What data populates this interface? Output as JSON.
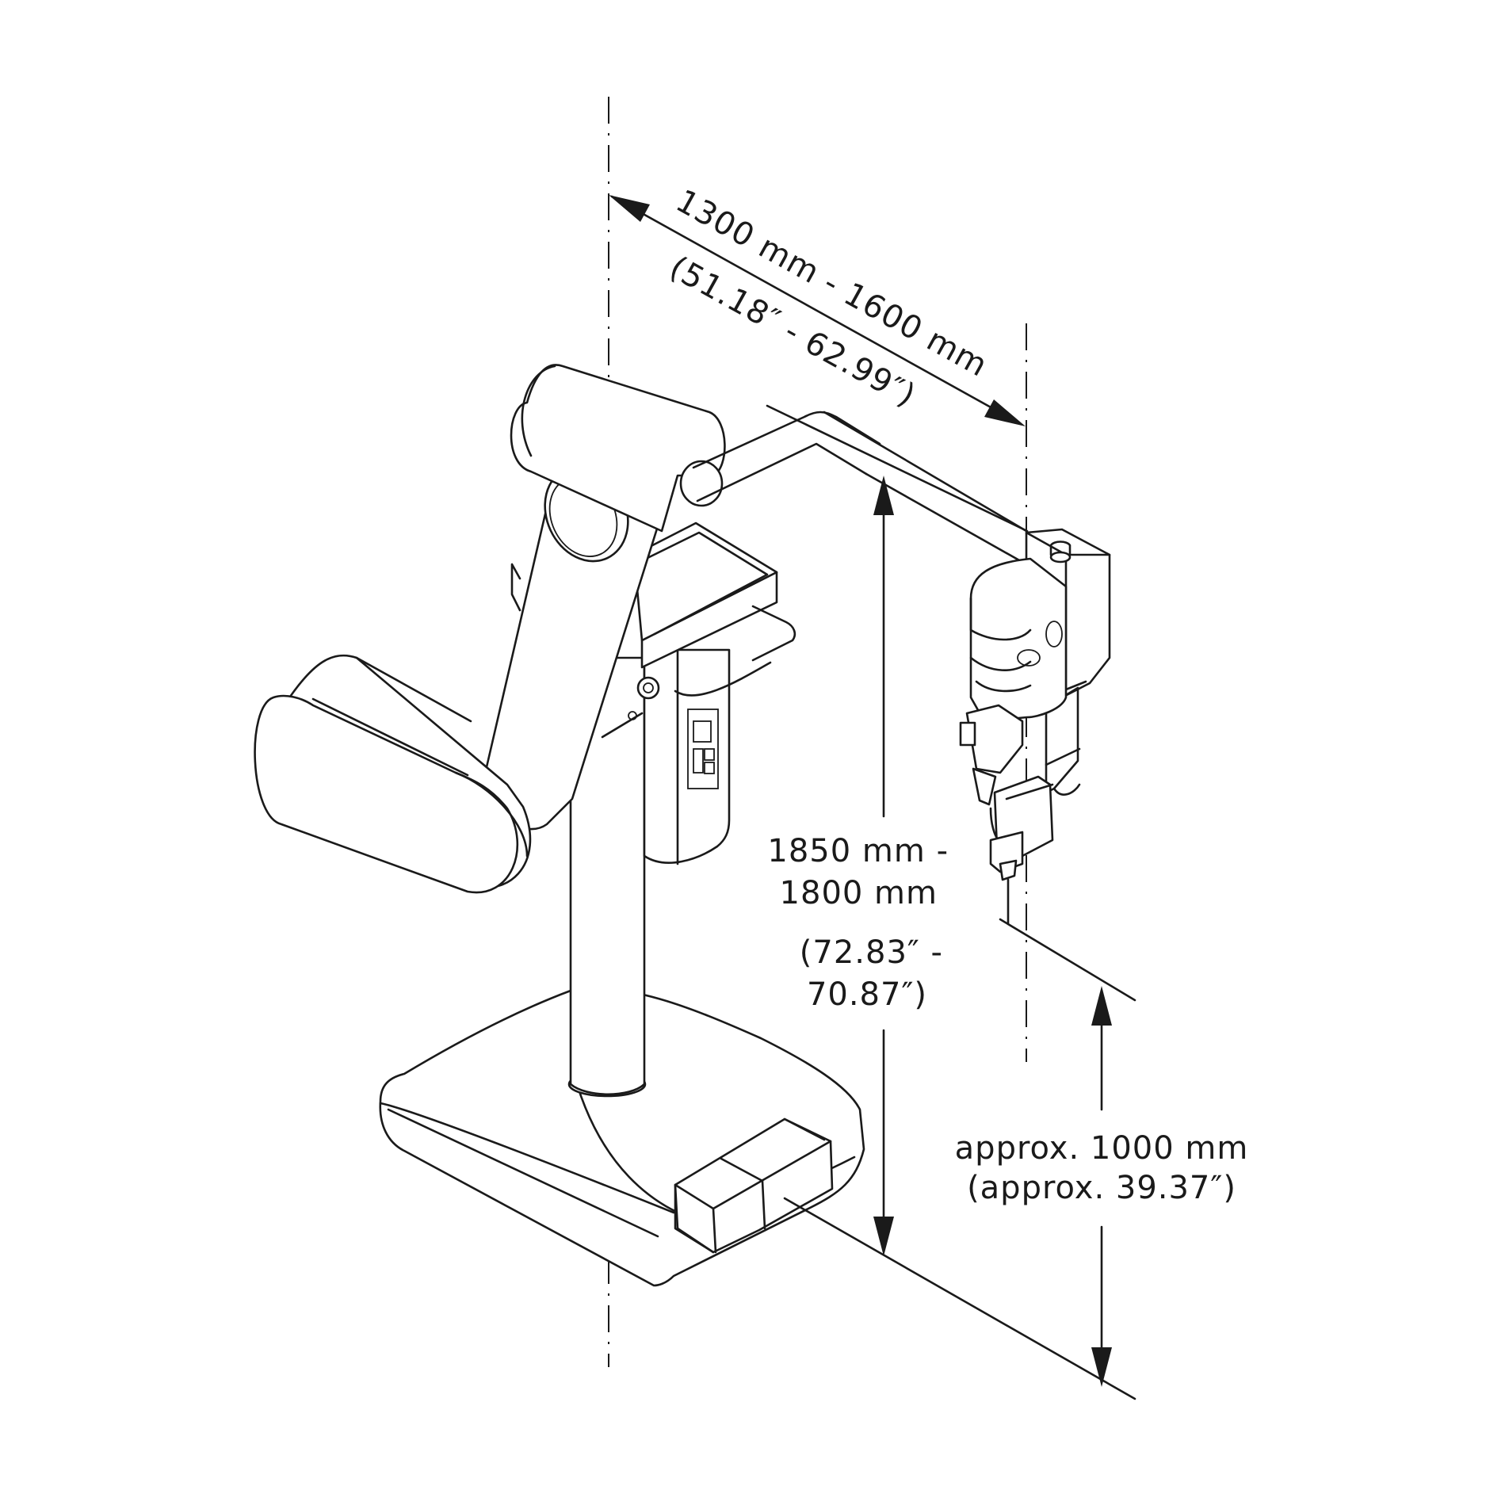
{
  "dimensions": {
    "reach": {
      "line1": "1300 mm - 1600 mm",
      "line2": "(51.18″ - 62.99″)"
    },
    "height": {
      "line1": "1850 mm -",
      "line2": "1800 mm",
      "line3": "(72.83″ -",
      "line4": "70.87″)"
    },
    "work_height": {
      "line1": "approx. 1000 mm",
      "line2": "(approx. 39.37″)"
    }
  }
}
